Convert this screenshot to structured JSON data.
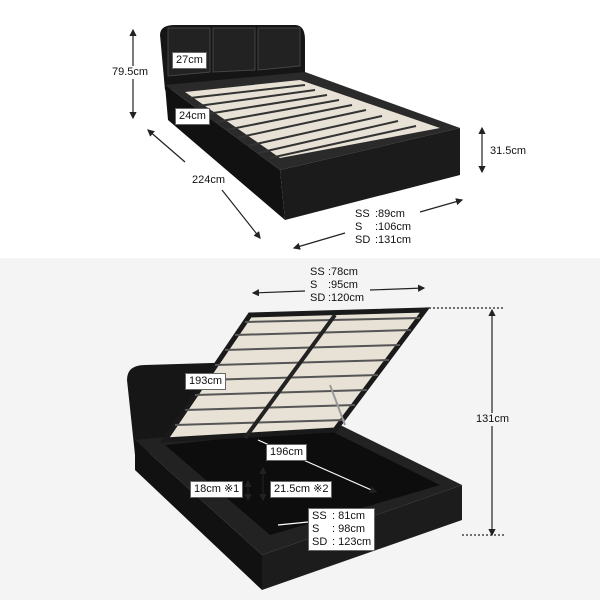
{
  "top_view": {
    "headboard_height": "27cm",
    "frame_height": "24cm",
    "total_height": "79.5cm",
    "length": "224cm",
    "leg_height": "31.5cm",
    "widths": [
      {
        "size": "SS",
        "value": ":89cm"
      },
      {
        "size": "S",
        "value": ":106cm"
      },
      {
        "size": "SD",
        "value": ":131cm"
      }
    ]
  },
  "open_view": {
    "lid_widths": [
      {
        "size": "SS",
        "value": ":78cm"
      },
      {
        "size": "S",
        "value": ":95cm"
      },
      {
        "size": "SD",
        "value": ":120cm"
      }
    ],
    "lid_length": "193cm",
    "open_height": "131cm",
    "storage_length": "196cm",
    "storage_depth_1": "18cm ※1",
    "storage_depth_2": "21.5cm ※2",
    "storage_widths": [
      {
        "size": "SS",
        "value": ": 81cm"
      },
      {
        "size": "S",
        "value": ": 98cm"
      },
      {
        "size": "SD",
        "value": ": 123cm"
      }
    ]
  }
}
